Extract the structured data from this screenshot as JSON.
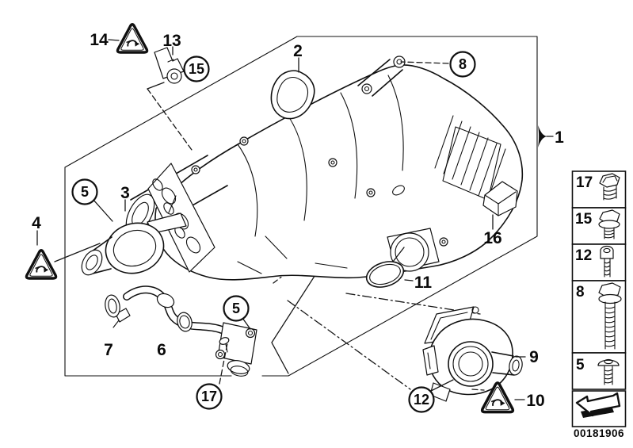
{
  "diagram": {
    "title": "intake-manifold-agr-exploded-parts-diagram",
    "image_number": "00181906",
    "colors": {
      "line": "#101010",
      "background": "#ffffff"
    },
    "warning_icon": "recycling-disposal-warning-triangle-icon",
    "callouts": {
      "n1": "1",
      "n2": "2",
      "n3": "3",
      "n4": "4",
      "n5a": "5",
      "n5b": "5",
      "n6": "6",
      "n7": "7",
      "n8": "8",
      "n9": "9",
      "n10": "10",
      "n11": "11",
      "n12": "12",
      "n13": "13",
      "n14": "14",
      "n15": "15",
      "n16": "16",
      "n17": "17"
    },
    "sidebar": {
      "items": [
        {
          "label": "17",
          "icon": "hex-head-plug-bolt-icon"
        },
        {
          "label": "15",
          "icon": "flange-hex-bolt-short-icon"
        },
        {
          "label": "12",
          "icon": "socket-head-screw-icon"
        },
        {
          "label": "8",
          "icon": "flange-hex-bolt-long-icon"
        },
        {
          "label": "5",
          "icon": "pan-head-screw-icon"
        }
      ],
      "arrow_icon": "installation-direction-arrow-icon"
    }
  }
}
